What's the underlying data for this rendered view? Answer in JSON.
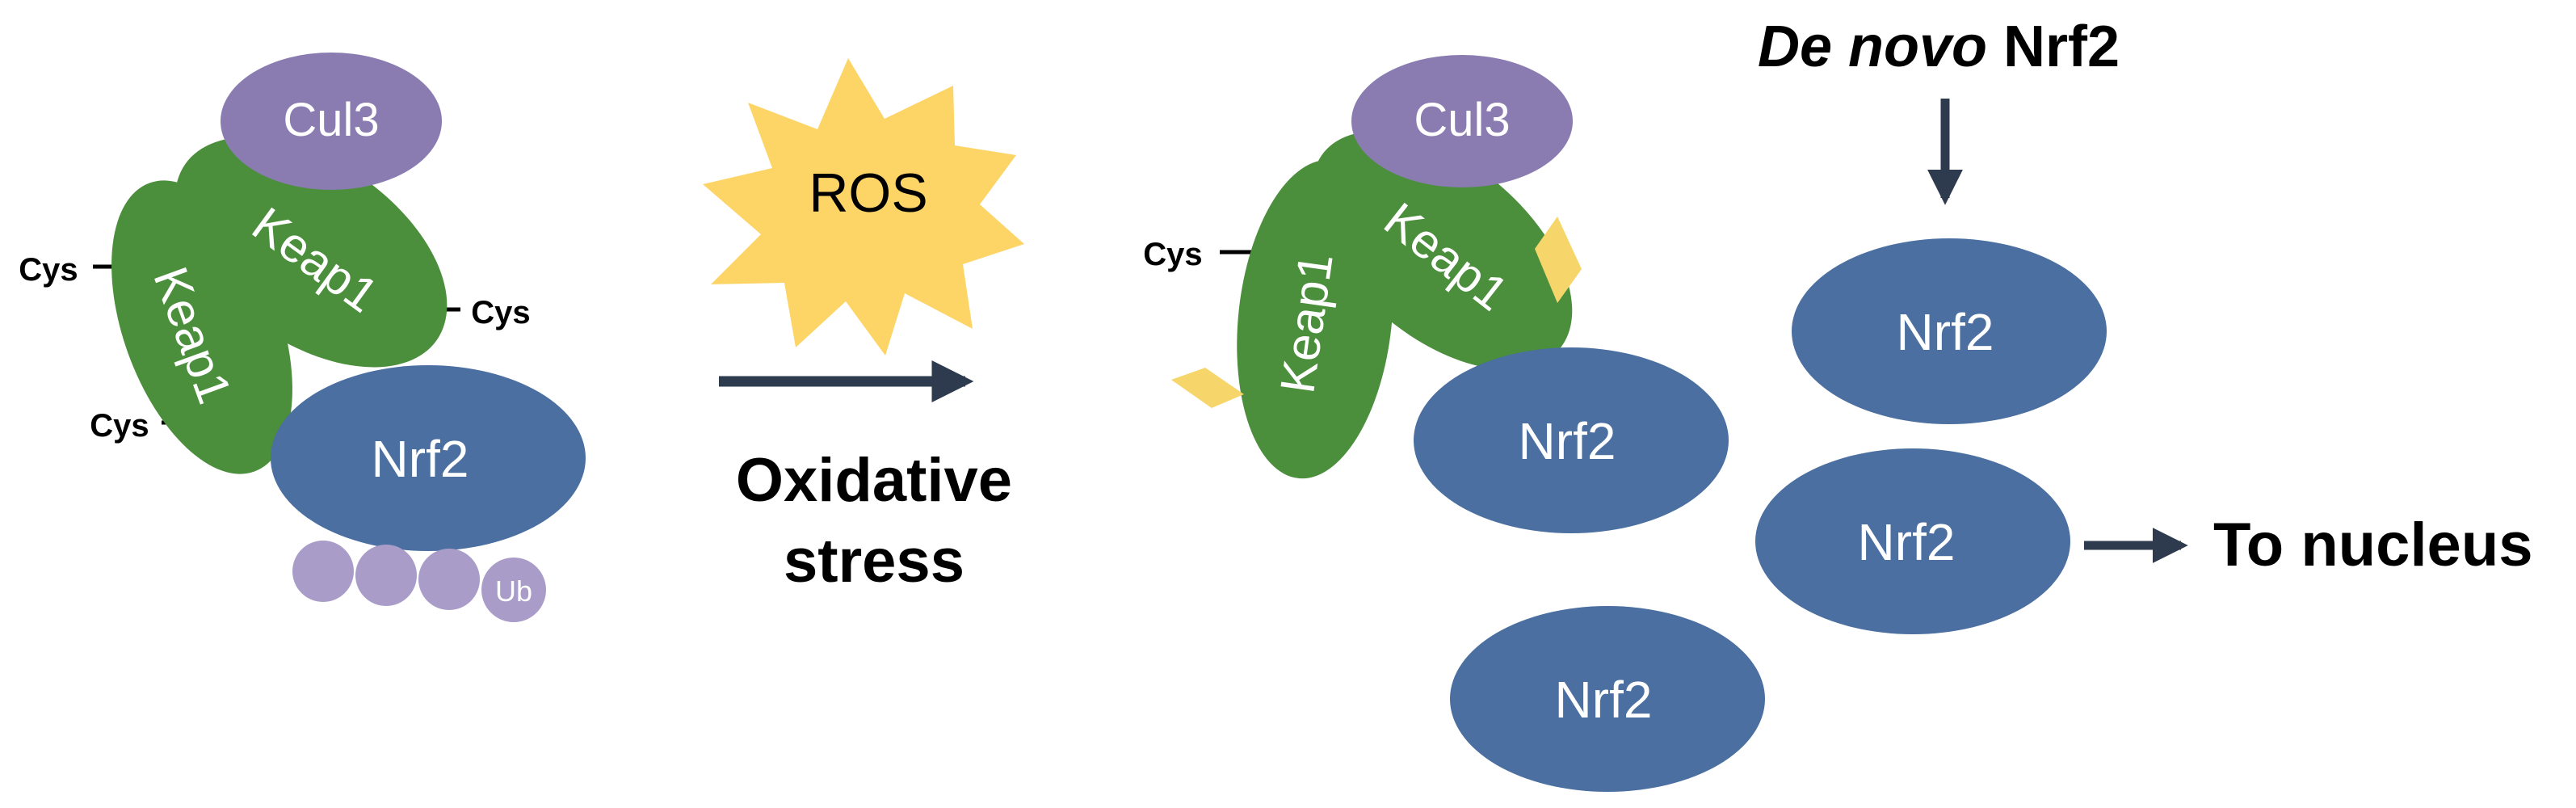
{
  "colors": {
    "cul3": "#8a7cb1",
    "keap1": "#4b8f3c",
    "nrf2": "#4a6fa0",
    "ubiquitin": "#a99cc9",
    "ros": "#fdd466",
    "modification": "#f6d66a",
    "arrow": "#2e3b4e",
    "text_dark": "#000000",
    "text_light": "#ffffff"
  },
  "left_complex": {
    "cul3_label": "Cul3",
    "keap1_upper_label": "Keap1",
    "keap1_lower_label": "Keap1",
    "nrf2_label": "Nrf2",
    "ub_label": "Ub",
    "cys_labels": [
      "Cys",
      "Cys",
      "Cys"
    ]
  },
  "middle": {
    "ros_label": "ROS",
    "stress_line1": "Oxidative",
    "stress_line2": "stress"
  },
  "right_complex": {
    "cul3_label": "Cul3",
    "keap1_upper_label": "Keap1",
    "keap1_lower_label": "Keap1",
    "nrf2_label": "Nrf2",
    "cys_label": "Cys"
  },
  "free_nrf2": {
    "de_novo_italic": "De novo",
    "de_novo_bold": " Nrf2",
    "labels": [
      "Nrf2",
      "Nrf2",
      "Nrf2"
    ],
    "nucleus_label": "To nucleus"
  }
}
